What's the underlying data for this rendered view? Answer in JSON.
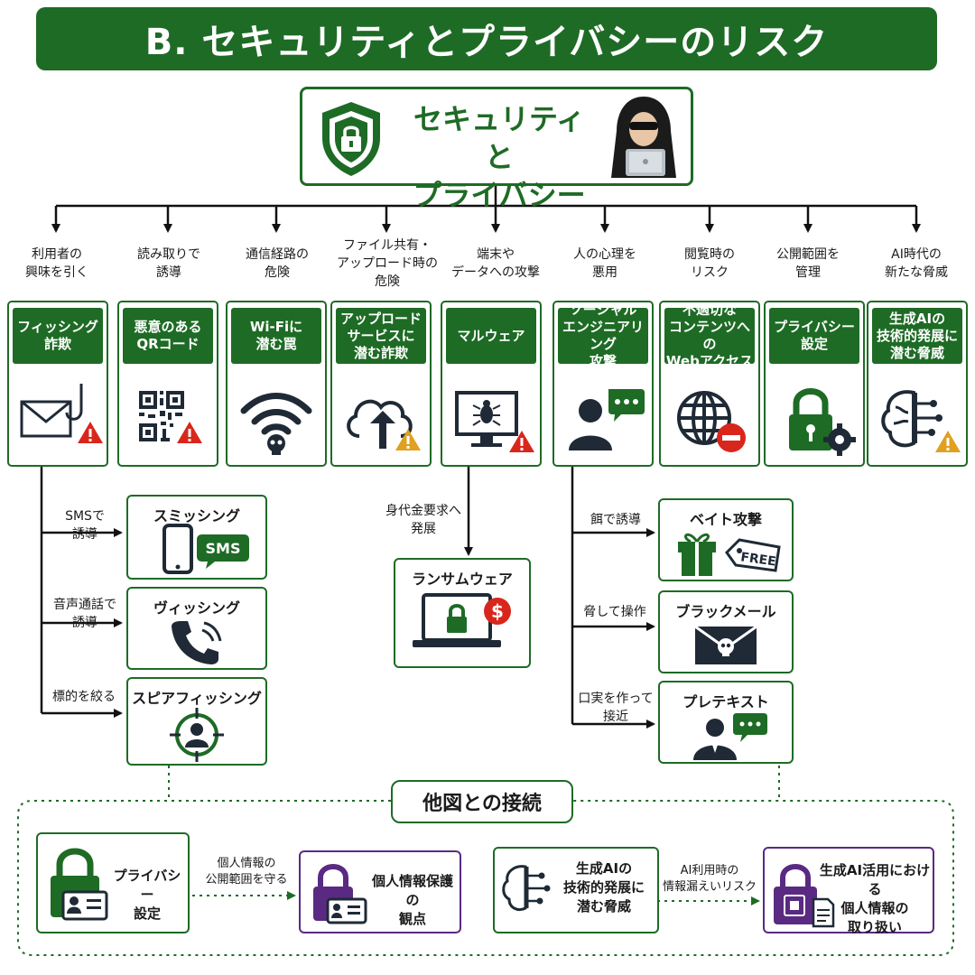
{
  "title": "B. セキュリティとプライバシーのリスク",
  "root": {
    "title_line1": "セキュリティと",
    "title_line2": "プライバシー"
  },
  "colors": {
    "green": "#1e6b25",
    "purple": "#5a2a82",
    "red": "#d9261c",
    "warn": "#e0a020",
    "dark": "#1f2a36"
  },
  "categories": [
    {
      "label": "利用者の\n興味を引く",
      "title": "フィッシング\n詐欺",
      "icon": "envelope-hook-icon"
    },
    {
      "label": "読み取りで\n誘導",
      "title": "悪意のある\nQRコード",
      "icon": "qr-code-icon"
    },
    {
      "label": "通信経路の\n危険",
      "title": "Wi-Fiに\n潜む罠",
      "icon": "wifi-skull-icon"
    },
    {
      "label": "ファイル共有・\nアップロード時の\n危険",
      "title": "アップロード\nサービスに\n潜む詐欺",
      "icon": "cloud-upload-icon"
    },
    {
      "label": "端末や\nデータへの攻撃",
      "title": "マルウェア",
      "icon": "monitor-bug-icon"
    },
    {
      "label": "人の心理を\n悪用",
      "title": "ソーシャル\nエンジニアリング\n攻撃",
      "icon": "person-speech-icon"
    },
    {
      "label": "閲覧時の\nリスク",
      "title": "不適切な\nコンテンツへの\nWebアクセス",
      "icon": "globe-block-icon"
    },
    {
      "label": "公開範囲を\n管理",
      "title": "プライバシー\n設定",
      "icon": "lock-gear-icon"
    },
    {
      "label": "AI時代の\n新たな脅威",
      "title": "生成AIの\n技術的発展に\n潜む脅威",
      "icon": "ai-brain-icon"
    }
  ],
  "phishing_branches": [
    {
      "edge": "SMSで\n誘導",
      "title": "スミッシング",
      "icon": "phone-sms-icon",
      "badge": "SMS"
    },
    {
      "edge": "音声通話で\n誘導",
      "title": "ヴィッシング",
      "icon": "phone-call-icon"
    },
    {
      "edge": "標的を絞る",
      "title": "スピアフィッシング",
      "icon": "target-person-icon"
    }
  ],
  "malware_branch": {
    "edge": "身代金要求へ\n発展",
    "title": "ランサムウェア",
    "icon": "laptop-ransom-icon"
  },
  "social_branches": [
    {
      "edge": "餌で誘導",
      "title": "ベイト攻撃",
      "icon": "gift-tag-icon",
      "tag": "FREE"
    },
    {
      "edge": "脅して操作",
      "title": "ブラックメール",
      "icon": "envelope-skull-icon"
    },
    {
      "edge": "口実を作って\n接近",
      "title": "プレテキスト",
      "icon": "person-chat-icon"
    }
  ],
  "connections": {
    "title": "他図との接続",
    "left_from": "プライバシー\n設定",
    "left_edge": "個人情報の\n公開範囲を守る",
    "left_to": "個人情報保護の\n観点",
    "right_from": "生成AIの\n技術的発展に\n潜む脅威",
    "right_edge": "AI利用時の\n情報漏えいリスク",
    "right_to": "生成AI活用における\n個人情報の\n取り扱い"
  }
}
